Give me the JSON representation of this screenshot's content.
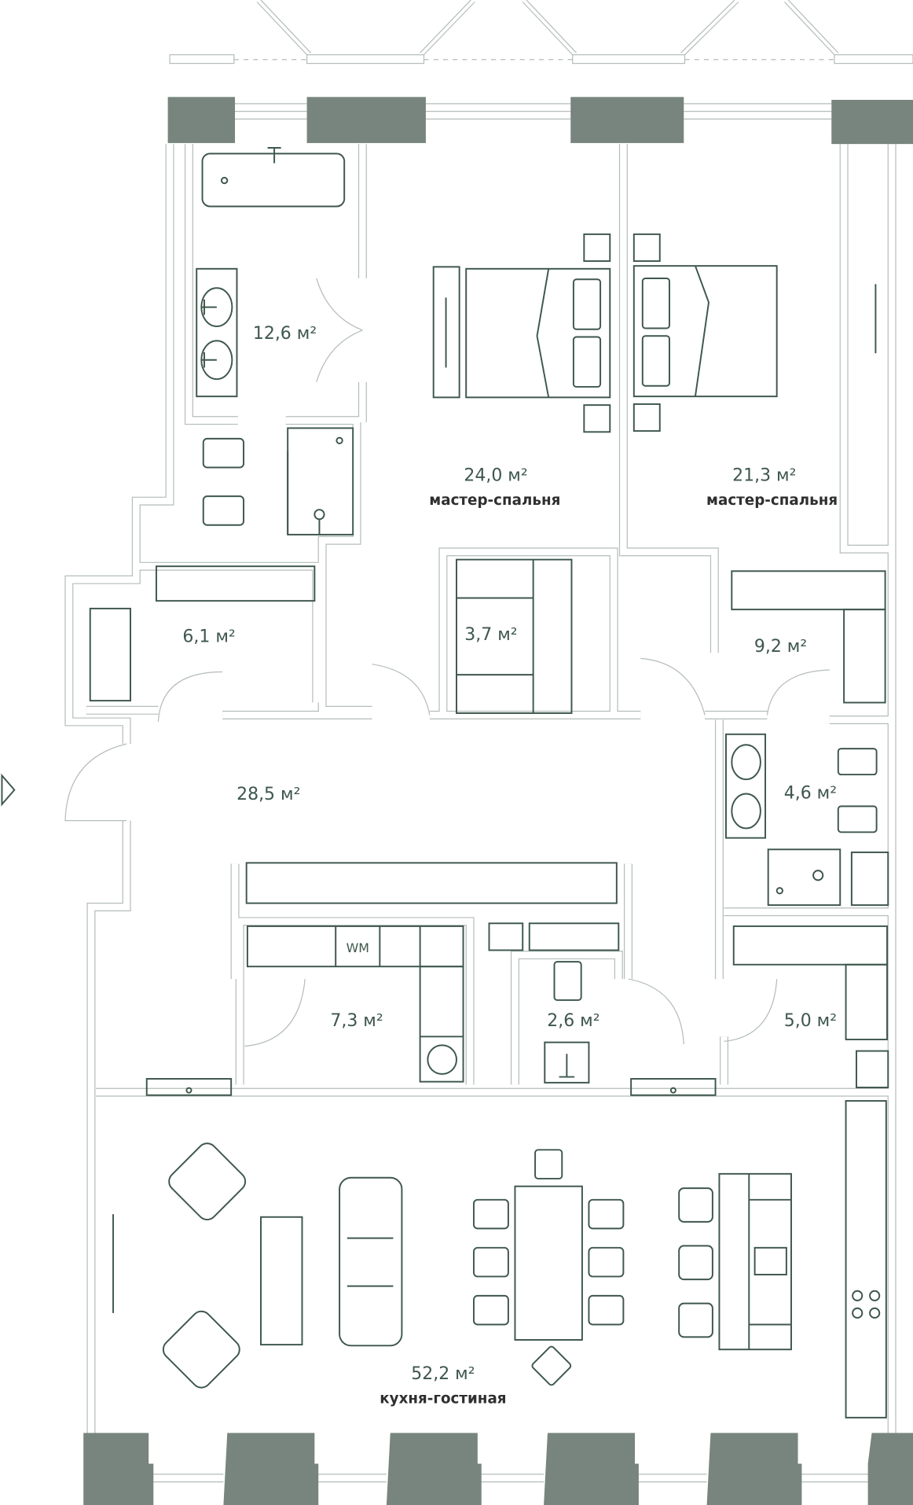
{
  "plan": {
    "colors": {
      "pillar": "#77857e",
      "furniture": "#3e574d",
      "wall": "#b4bdb9"
    },
    "rooms": [
      {
        "area": "12,6 м²",
        "name": ""
      },
      {
        "area": "24,0 м²",
        "name": "мастер-спальня"
      },
      {
        "area": "21,3 м²",
        "name": "мастер-спальня"
      },
      {
        "area": "6,1 м²",
        "name": ""
      },
      {
        "area": "3,7 м²",
        "name": ""
      },
      {
        "area": "9,2 м²",
        "name": ""
      },
      {
        "area": "4,6 м²",
        "name": ""
      },
      {
        "area": "28,5 м²",
        "name": ""
      },
      {
        "area": "7,3 м²",
        "name": ""
      },
      {
        "area": "2,6 м²",
        "name": ""
      },
      {
        "area": "5,0 м²",
        "name": ""
      },
      {
        "area": "52,2 м²",
        "name": "кухня-гостиная"
      }
    ],
    "washing_machine_label": "WM",
    "entrance_icon": "triangle-right-icon"
  }
}
